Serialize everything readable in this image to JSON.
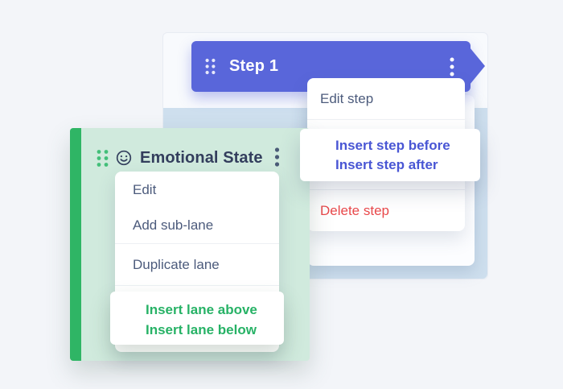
{
  "colors": {
    "page_bg": "#F3F5F9",
    "panel_bg": "#F8FAFD",
    "panel_band_blue": "#CEDFEE",
    "step_accent": "#5966DA",
    "lane_bg": "#D0EADD",
    "lane_accent": "#2FB565",
    "link_blue": "#4956D4",
    "link_green": "#27B266",
    "danger_red": "#E9494B",
    "title_navy": "#333E5D",
    "menu_text": "#4C5B7C"
  },
  "step": {
    "title": "Step 1",
    "menu": {
      "edit": "Edit step",
      "delete": "Delete step"
    },
    "submenu": {
      "insert_before": "Insert step before",
      "insert_after": "Insert step after"
    }
  },
  "lane": {
    "title": "Emotional State",
    "menu": {
      "edit": "Edit",
      "add_sublane": "Add sub-lane",
      "duplicate": "Duplicate lane"
    },
    "submenu": {
      "insert_above": "Insert lane above",
      "insert_below": "Insert lane below"
    }
  },
  "icons": {
    "drag_handle": "drag-handle-icon",
    "kebab": "kebab-menu-icon",
    "smiley": "smiley-icon",
    "arrow": "step-arrow-point"
  }
}
